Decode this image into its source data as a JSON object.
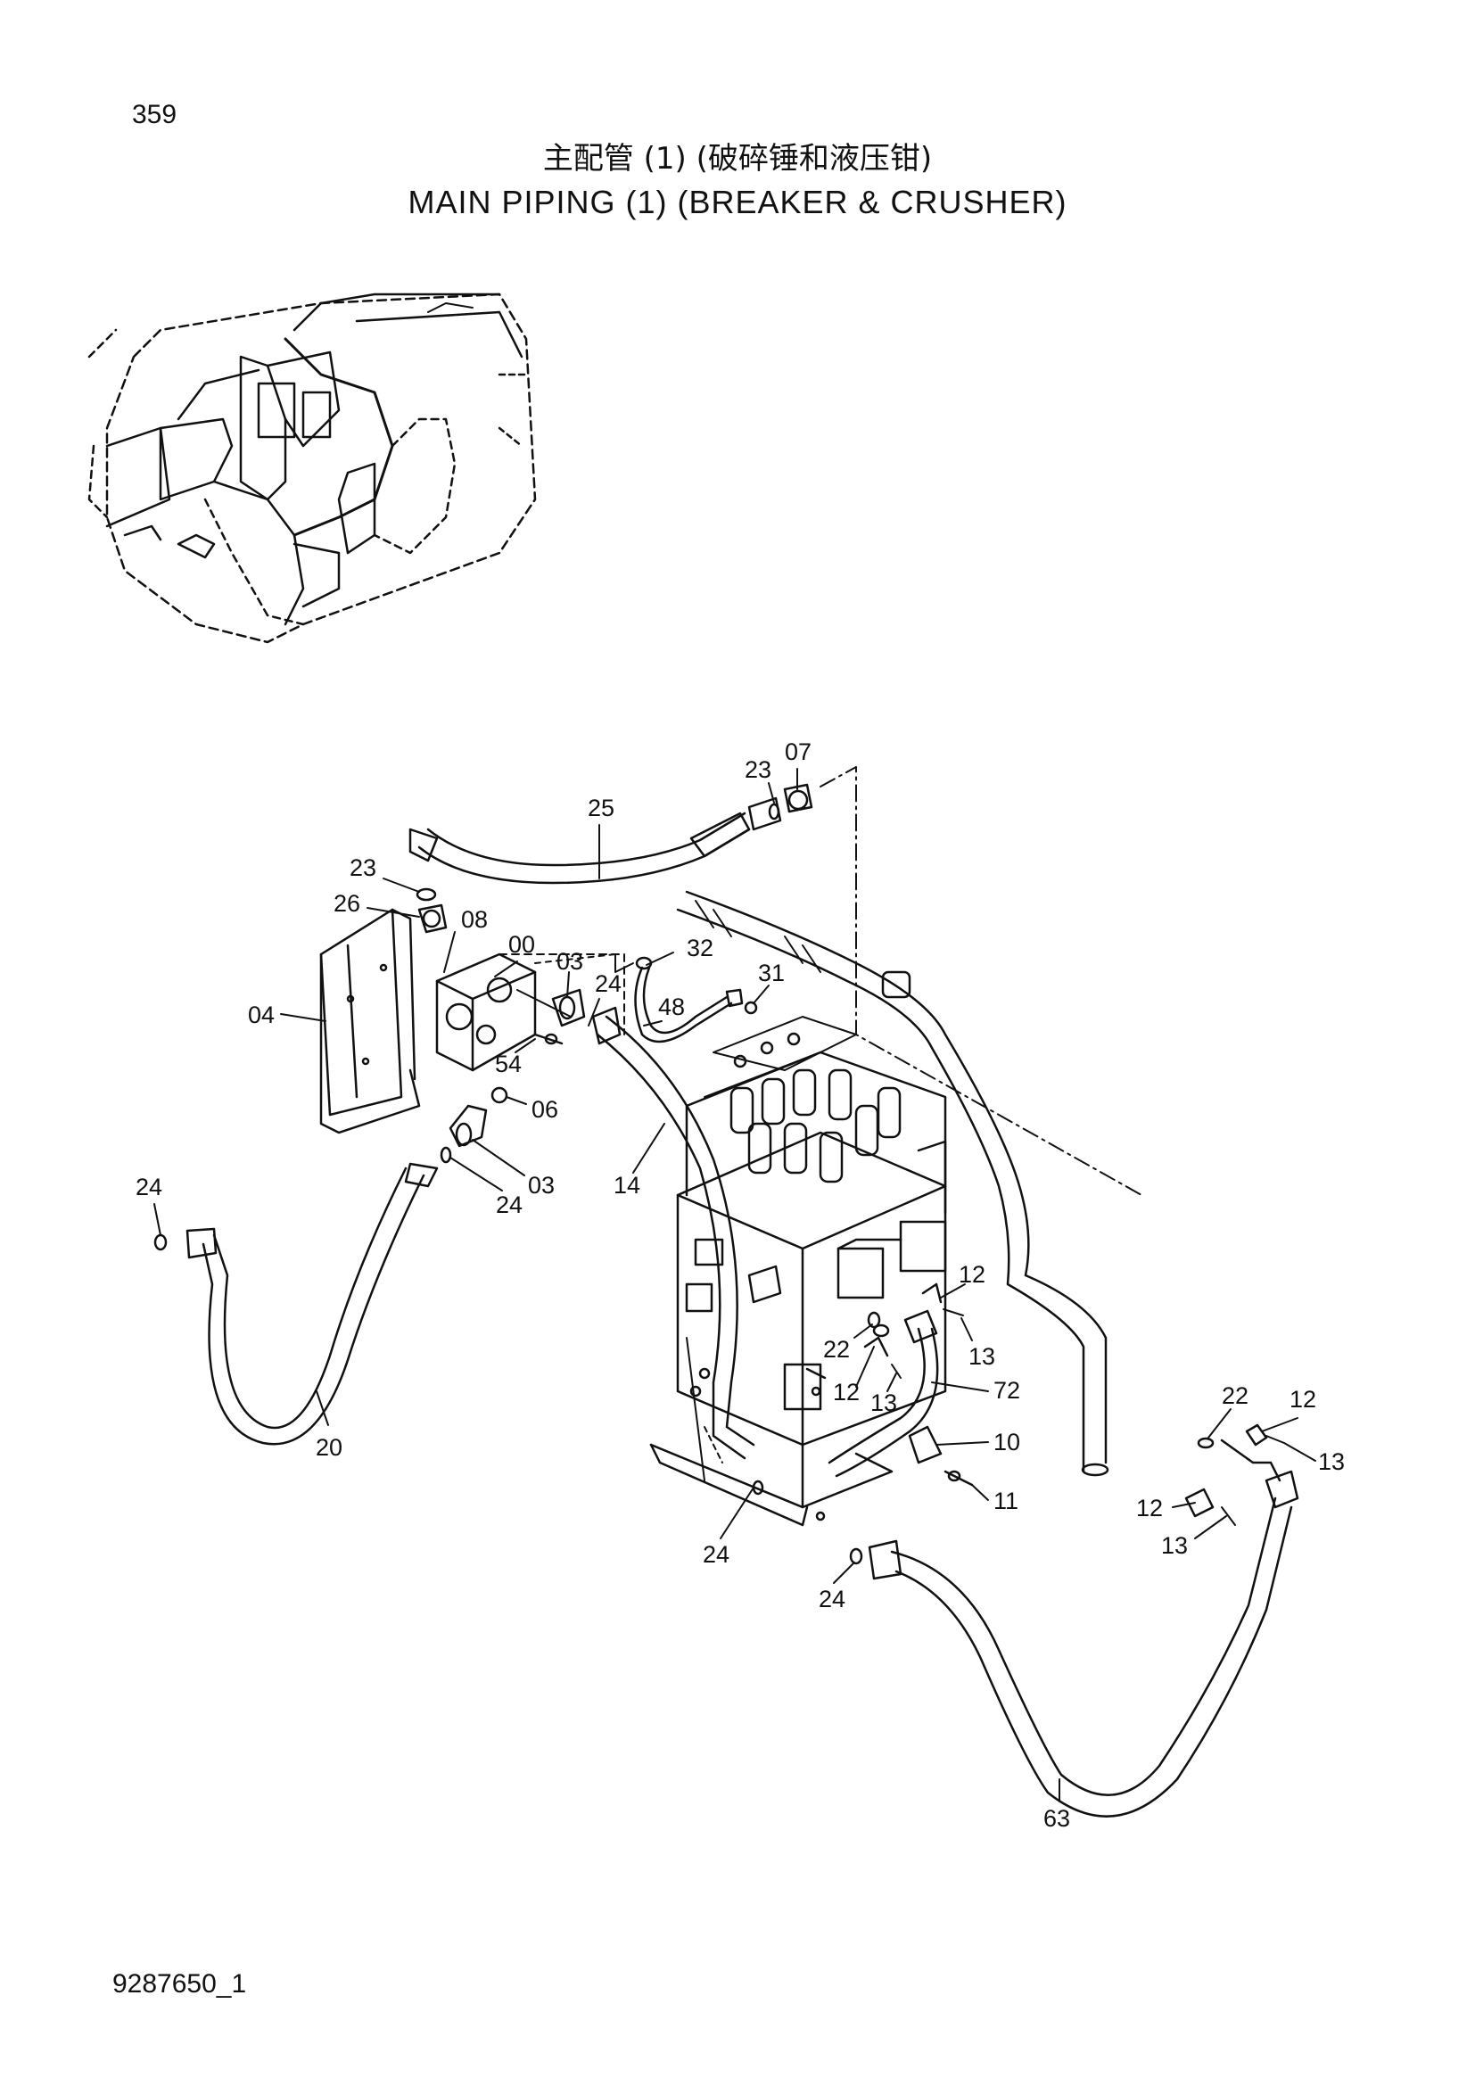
{
  "page_number": "359",
  "title_cn": "主配管 (1) (破碎锤和液压钳)",
  "title_en": "MAIN  PIPING  (1)  (BREAKER & CRUSHER)",
  "document_id": "9287650_1",
  "callouts": [
    {
      "id": "c07a",
      "text": "07"
    },
    {
      "id": "c23a",
      "text": "23"
    },
    {
      "id": "c25",
      "text": "25"
    },
    {
      "id": "c23b",
      "text": "23"
    },
    {
      "id": "c26",
      "text": "26"
    },
    {
      "id": "c08",
      "text": "08"
    },
    {
      "id": "c00",
      "text": "00"
    },
    {
      "id": "c03a",
      "text": "03"
    },
    {
      "id": "c32",
      "text": "32"
    },
    {
      "id": "c24a",
      "text": "24"
    },
    {
      "id": "c31",
      "text": "31"
    },
    {
      "id": "c48",
      "text": "48"
    },
    {
      "id": "c04",
      "text": "04"
    },
    {
      "id": "c54",
      "text": "54"
    },
    {
      "id": "c06",
      "text": "06"
    },
    {
      "id": "c03b",
      "text": "03"
    },
    {
      "id": "c24b",
      "text": "24"
    },
    {
      "id": "c14",
      "text": "14"
    },
    {
      "id": "c24c",
      "text": "24"
    },
    {
      "id": "c20",
      "text": "20"
    },
    {
      "id": "c12a",
      "text": "12"
    },
    {
      "id": "c22a",
      "text": "22"
    },
    {
      "id": "c13a",
      "text": "13"
    },
    {
      "id": "c12b",
      "text": "12"
    },
    {
      "id": "c13b",
      "text": "13"
    },
    {
      "id": "c72",
      "text": "72"
    },
    {
      "id": "c10",
      "text": "10"
    },
    {
      "id": "c11",
      "text": "11"
    },
    {
      "id": "c22b",
      "text": "22"
    },
    {
      "id": "c12c",
      "text": "12"
    },
    {
      "id": "c13c",
      "text": "13"
    },
    {
      "id": "c12d",
      "text": "12"
    },
    {
      "id": "c13d",
      "text": "13"
    },
    {
      "id": "c24d",
      "text": "24"
    },
    {
      "id": "c24e",
      "text": "24"
    },
    {
      "id": "c63",
      "text": "63"
    }
  ]
}
